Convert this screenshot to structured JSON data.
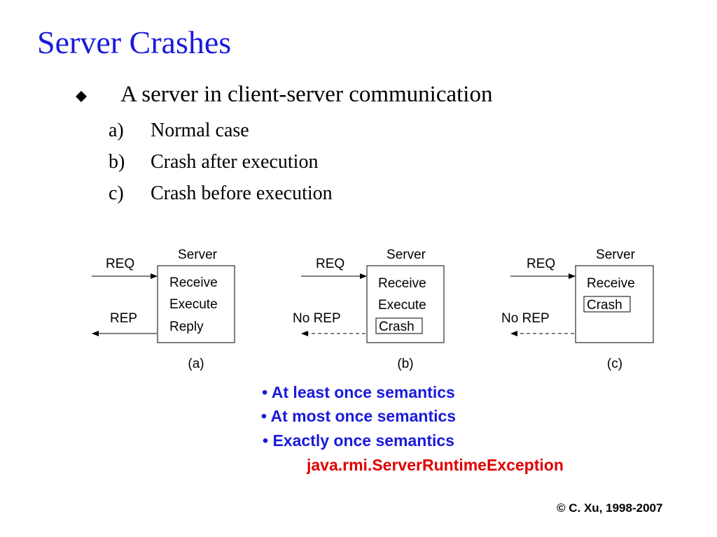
{
  "title": "Server Crashes",
  "main_bullet": "A server in client-server communication",
  "sub_items": [
    {
      "label": "a)",
      "text": "Normal case"
    },
    {
      "label": "b)",
      "text": "Crash after execution"
    },
    {
      "label": "c)",
      "text": "Crash before execution"
    }
  ],
  "diagram": {
    "panels": [
      {
        "server_label": "Server",
        "req": "REQ",
        "rep": "REP",
        "steps": [
          "Receive",
          "Execute",
          "Reply"
        ],
        "crash_step": "",
        "caption": "(a)"
      },
      {
        "server_label": "Server",
        "req": "REQ",
        "rep": "No REP",
        "steps": [
          "Receive",
          "Execute"
        ],
        "crash_step": "Crash",
        "caption": "(b)"
      },
      {
        "server_label": "Server",
        "req": "REQ",
        "rep": "No REP",
        "steps": [
          "Receive"
        ],
        "crash_step": "Crash",
        "caption": "(c)"
      }
    ]
  },
  "semantics": [
    "At least once semantics",
    "At most once semantics",
    "Exactly once semantics"
  ],
  "exception": "java.rmi.ServerRuntimeException",
  "copyright": "© C. Xu, 1998-2007",
  "colors": {
    "title": "#1a1adc",
    "semantics": "#1a1adc",
    "exception": "#e00000"
  }
}
